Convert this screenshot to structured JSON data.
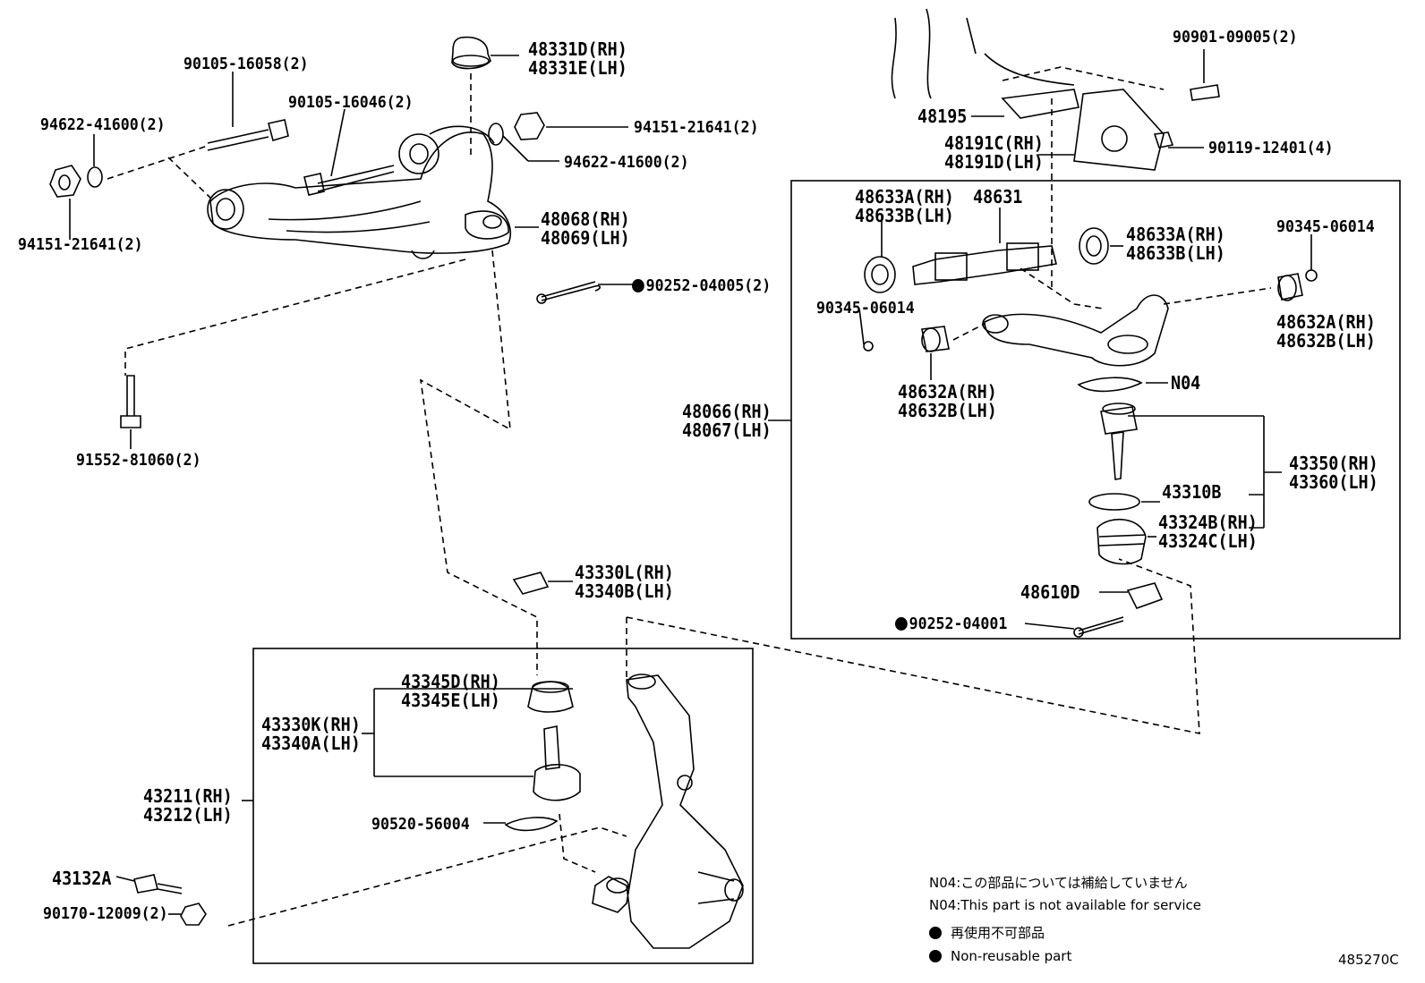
{
  "labels": {
    "p_90105_16058": "90105-16058(2)",
    "p_94622_41600_a": "94622-41600(2)",
    "p_94151_21641_a": "94151-21641(2)",
    "p_90105_16046": "90105-16046(2)",
    "p_48331d": "48331D(RH)",
    "p_48331e": "48331E(LH)",
    "p_94151_21641_b": "94151-21641(2)",
    "p_94622_41600_b": "94622-41600(2)",
    "p_48068": "48068(RH)",
    "p_48069": "48069(LH)",
    "p_90252_04005": "90252-04005(2)",
    "p_91552_81060": "91552-81060(2)",
    "p_43330l": "43330L(RH)",
    "p_43340b": "43340B(LH)",
    "p_43345d": "43345D(RH)",
    "p_43345e": "43345E(LH)",
    "p_43330k": "43330K(RH)",
    "p_43340a": "43340A(LH)",
    "p_43211": "43211(RH)",
    "p_43212": "43212(LH)",
    "p_90520_56004": "90520-56004",
    "p_43132a": "43132A",
    "p_90170_12009": "90170-12009(2)",
    "p_90901_09005": "90901-09005(2)",
    "p_48195": "48195",
    "p_48191c": "48191C(RH)",
    "p_48191d": "48191D(LH)",
    "p_90119_12401": "90119-12401(4)",
    "p_48633a_l": "48633A(RH)",
    "p_48633b_l": "48633B(LH)",
    "p_48631": "48631",
    "p_48633a_r": "48633A(RH)",
    "p_48633b_r": "48633B(LH)",
    "p_90345_06014_r": "90345-06014",
    "p_90345_06014_l": "90345-06014",
    "p_48632a_r": "48632A(RH)",
    "p_48632b_r": "48632B(LH)",
    "p_48632a_l": "48632A(RH)",
    "p_48632b_l": "48632B(LH)",
    "p_n04": "N04",
    "p_48066": "48066(RH)",
    "p_48067": "48067(LH)",
    "p_43350": "43350(RH)",
    "p_43360": "43360(LH)",
    "p_43310b": "43310B",
    "p_43324b": "43324B(RH)",
    "p_43324c": "43324C(LH)",
    "p_48610d": "48610D",
    "p_90252_04001": "90252-04001"
  },
  "notes": {
    "n04_jp": "N04:この部品については補給していません",
    "n04_en": "N04:This part is not available for service",
    "nonreuse_jp": "再使用不可部品",
    "nonreuse_en": "Non-reusable part"
  },
  "figure_code": "485270C",
  "colors": {
    "ink": "#000000",
    "paper": "#ffffff"
  }
}
